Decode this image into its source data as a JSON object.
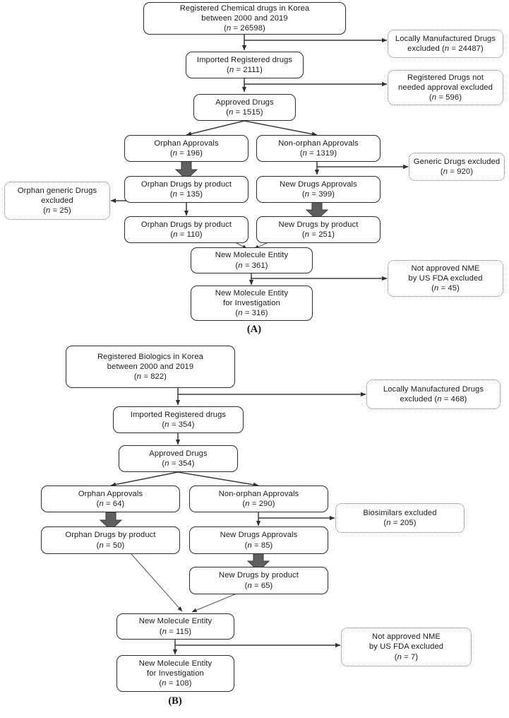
{
  "figure": {
    "type": "flowchart",
    "panels": [
      {
        "id": "A",
        "label": "(A)",
        "nodes": [
          {
            "id": "a-source",
            "lines": [
              "Registered Chemical drugs in Korea",
              "between 2000 and 2019"
            ],
            "n": "26598",
            "kind": "process"
          },
          {
            "id": "a-imported",
            "lines": [
              "Imported Registered drugs"
            ],
            "n": "2111",
            "kind": "process"
          },
          {
            "id": "a-approved",
            "lines": [
              "Approved Drugs"
            ],
            "n": "1515",
            "kind": "process"
          },
          {
            "id": "a-orphan-appr",
            "lines": [
              "Orphan Approvals"
            ],
            "n": "196",
            "kind": "process"
          },
          {
            "id": "a-nonorphan",
            "lines": [
              "Non-orphan Approvals"
            ],
            "n": "1319",
            "kind": "process"
          },
          {
            "id": "a-orphan-prod1",
            "lines": [
              "Orphan Drugs by product"
            ],
            "n": "135",
            "kind": "process"
          },
          {
            "id": "a-newdrug-appr",
            "lines": [
              "New Drugs Approvals"
            ],
            "n": "399",
            "kind": "process"
          },
          {
            "id": "a-orphan-prod2",
            "lines": [
              "Orphan Drugs by product"
            ],
            "n": "110",
            "kind": "process"
          },
          {
            "id": "a-newdrug-prod",
            "lines": [
              "New Drugs by product"
            ],
            "n": "251",
            "kind": "process"
          },
          {
            "id": "a-nme",
            "lines": [
              "New Molecule Entity"
            ],
            "n": "361",
            "kind": "process"
          },
          {
            "id": "a-nme-inv",
            "lines": [
              "New Molecule Entity",
              "for Investigation"
            ],
            "n": "316",
            "kind": "process"
          },
          {
            "id": "a-excl-local",
            "lines": [
              "Locally Manufactured Drugs",
              "excluded"
            ],
            "n": "24487",
            "kind": "excluded",
            "inline_n": true
          },
          {
            "id": "a-excl-noappr",
            "lines": [
              "Registered Drugs not",
              "needed approval excluded"
            ],
            "n": "596",
            "kind": "excluded"
          },
          {
            "id": "a-excl-generic",
            "lines": [
              "Generic Drugs excluded"
            ],
            "n": "920",
            "kind": "excluded"
          },
          {
            "id": "a-excl-orphgen",
            "lines": [
              "Orphan generic Drugs",
              "excluded"
            ],
            "n": "25",
            "kind": "excluded"
          },
          {
            "id": "a-excl-fda",
            "lines": [
              "Not approved NME",
              "by US FDA excluded"
            ],
            "n": "45",
            "kind": "excluded"
          }
        ]
      },
      {
        "id": "B",
        "label": "(B)",
        "nodes": [
          {
            "id": "b-source",
            "lines": [
              "Registered Biologics in Korea",
              "between 2000 and 2019"
            ],
            "n": "822",
            "kind": "process"
          },
          {
            "id": "b-imported",
            "lines": [
              "Imported Registered drugs"
            ],
            "n": "354",
            "kind": "process"
          },
          {
            "id": "b-approved",
            "lines": [
              "Approved Drugs"
            ],
            "n": "354",
            "kind": "process"
          },
          {
            "id": "b-orphan-appr",
            "lines": [
              "Orphan Approvals"
            ],
            "n": "64",
            "kind": "process"
          },
          {
            "id": "b-nonorphan",
            "lines": [
              "Non-orphan Approvals"
            ],
            "n": "290",
            "kind": "process"
          },
          {
            "id": "b-orphan-prod",
            "lines": [
              "Orphan Drugs by product"
            ],
            "n": "50",
            "kind": "process"
          },
          {
            "id": "b-newdrug-appr",
            "lines": [
              "New Drugs Approvals"
            ],
            "n": "85",
            "kind": "process"
          },
          {
            "id": "b-newdrug-prod",
            "lines": [
              "New Drugs by product"
            ],
            "n": "65",
            "kind": "process"
          },
          {
            "id": "b-nme",
            "lines": [
              "New Molecule Entity"
            ],
            "n": "115",
            "kind": "process"
          },
          {
            "id": "b-nme-inv",
            "lines": [
              "New Molecule Entity",
              "for Investigation"
            ],
            "n": "108",
            "kind": "process"
          },
          {
            "id": "b-excl-local",
            "lines": [
              "Locally Manufactured Drugs",
              "excluded"
            ],
            "n": "468",
            "kind": "excluded",
            "inline_n": true
          },
          {
            "id": "b-excl-biosim",
            "lines": [
              "Biosimilars excluded"
            ],
            "n": "205",
            "kind": "excluded"
          },
          {
            "id": "b-excl-fda",
            "lines": [
              "Not approved NME",
              "by US FDA excluded"
            ],
            "n": "7",
            "kind": "excluded"
          }
        ]
      }
    ],
    "colors": {
      "node_border": "#2b2b2b",
      "excluded_border": "#6e6e6e",
      "edge": "#3a3a3a",
      "thick_arrow_fill": "#5f5f5f",
      "background": "#ffffff"
    }
  }
}
